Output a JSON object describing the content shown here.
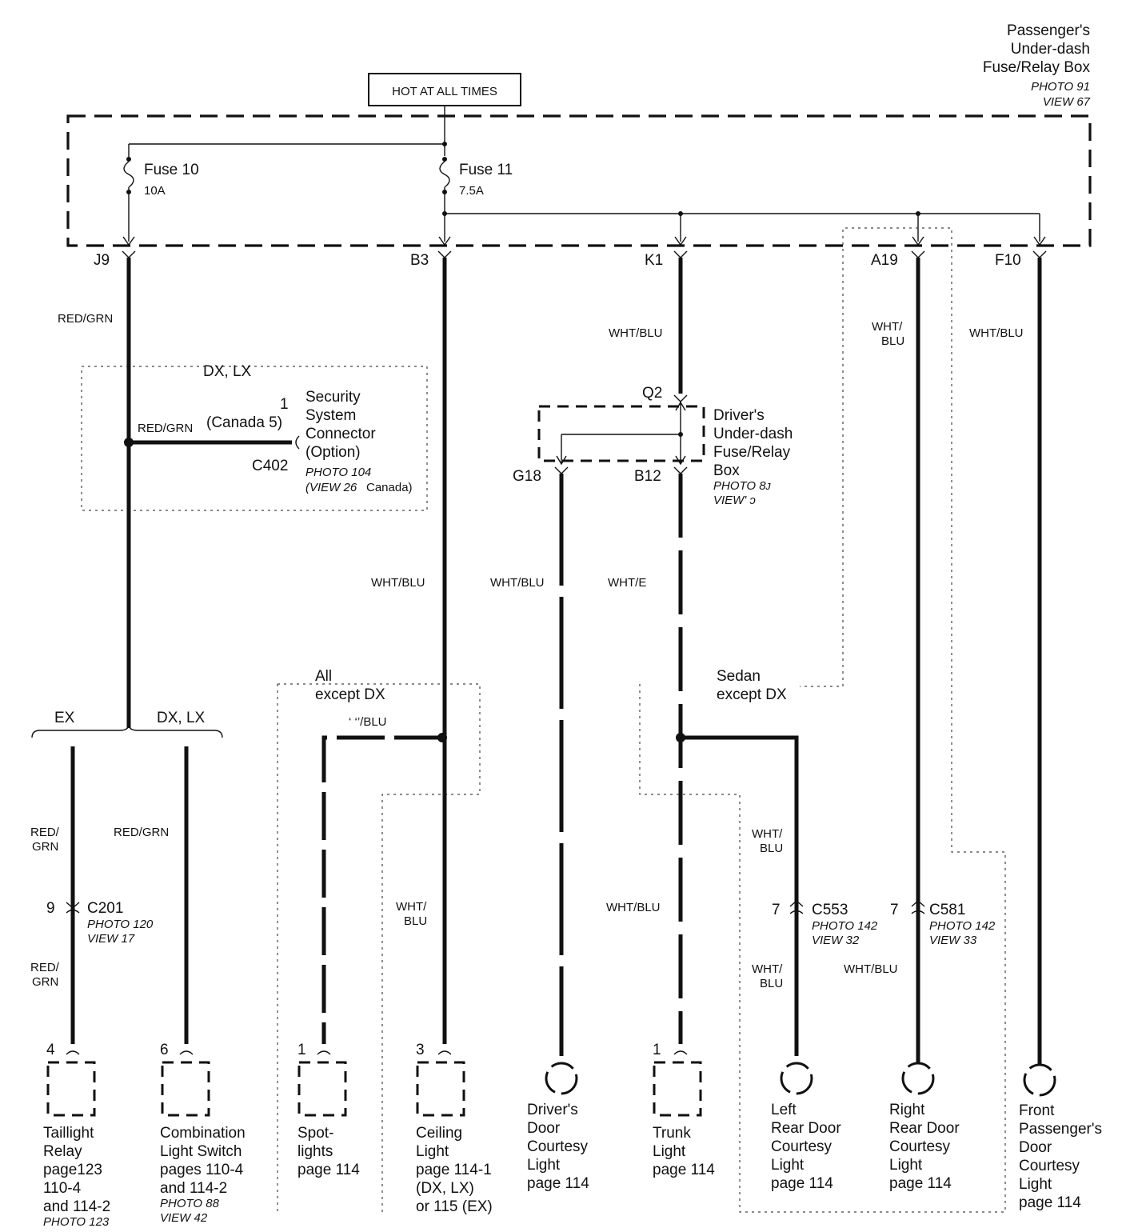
{
  "hot_label": "HOT AT ALL TIMES",
  "pass_box": {
    "l1": "Passenger's",
    "l2": "Under-dash",
    "l3": "Fuse/Relay Box",
    "photo": "PHOTO 91",
    "view": "VIEW 67"
  },
  "fuse10": {
    "name": "Fuse 10",
    "rating": "10A"
  },
  "fuse11": {
    "name": "Fuse 11",
    "rating": "7.5A"
  },
  "terminals": {
    "j9": "J9",
    "b3": "B3",
    "k1": "K1",
    "a19": "A19",
    "f10": "F10",
    "q2": "Q2",
    "g18": "G18",
    "b12": "B12"
  },
  "wires": {
    "w1": "RED/GRN",
    "w2": "RED/GRN",
    "w3": "WHT/BLU",
    "w4": "WHT/BLU",
    "w5a": "WHT/",
    "w5b": "BLU",
    "w6": "WHT/BLU",
    "w7": "WHT/BLU",
    "w8": "WHT/E",
    "w9": "‘ ‘’/BLU",
    "w10a": "WHT/",
    "w10b": "BLU",
    "w11": "WHT/BLU",
    "w12a": "WHT/",
    "w12b": "BLU",
    "w13a": "WHT/",
    "w13b": "BLU",
    "w14": "WHT/BLU",
    "w15a": "RED/",
    "w15b": "GRN",
    "w16": "RED/GRN",
    "w17a": "RED/",
    "w17b": "GRN"
  },
  "dxlx_top": "DX, LX",
  "security": {
    "pin": "1",
    "canada": "(Canada 5)",
    "l1": "Security",
    "l2": "System",
    "l3": "Connector",
    "l4": "(Option)",
    "conn": "C402",
    "photo": "PHOTO 104",
    "view": "(VIEW 26",
    "view2": "Canada)"
  },
  "drv_box": {
    "l1": "Driver's",
    "l2": "Under-dash",
    "l3": "Fuse/Relay",
    "l4": "Box",
    "photo": "PHOTO 8ᴊ",
    "view": "VIEW' ᴐ"
  },
  "split": {
    "ex": "EX",
    "dxlx": "DX, LX"
  },
  "all_except": {
    "l1": "All",
    "l2": "except DX"
  },
  "sedan_except": {
    "l1": "Sedan",
    "l2": "except DX"
  },
  "c201": {
    "pin": "9",
    "name": "C201",
    "photo": "PHOTO 120",
    "view": "VIEW 17"
  },
  "c553": {
    "pin": "7",
    "name": "C553",
    "photo": "PHOTO 142",
    "view": "VIEW 32"
  },
  "c581": {
    "pin": "7",
    "name": "C581",
    "photo": "PHOTO 142",
    "view": "VIEW 33"
  },
  "components": {
    "taillight": {
      "pin": "4",
      "l1": "Taillight",
      "l2": "Relay",
      "l3": "page123",
      "l4": "110-4",
      "l5": "and 114-2",
      "photo": "PHOTO 123"
    },
    "combo": {
      "pin": "6",
      "l1": "Combination",
      "l2": "Light Switch",
      "l3": "pages 110-4",
      "l4": "and 114-2",
      "photo": "PHOTO 88",
      "view": "VIEW 42"
    },
    "spot": {
      "pin": "1",
      "l1": "Spot-",
      "l2": "lights",
      "l3": "page 114"
    },
    "ceiling": {
      "pin": "3",
      "l1": "Ceiling",
      "l2": "Light",
      "l3": "page 114-1",
      "l4": "(DX, LX)",
      "l5": "or 115 (EX)"
    },
    "driver_door": {
      "l1": "Driver's",
      "l2": "Door",
      "l3": "Courtesy",
      "l4": "Light",
      "l5": "page 114"
    },
    "trunk": {
      "pin": "1",
      "l1": "Trunk",
      "l2": "Light",
      "l3": "page 114"
    },
    "left_rear": {
      "l1": "Left",
      "l2": "Rear Door",
      "l3": "Courtesy",
      "l4": "Light",
      "l5": "page 114"
    },
    "right_rear": {
      "l1": "Right",
      "l2": "Rear Door",
      "l3": "Courtesy",
      "l4": "Light",
      "l5": "page 114"
    },
    "front_pass": {
      "l1": "Front",
      "l2": "Passenger's",
      "l3": "Door",
      "l4": "Courtesy",
      "l5": "Light",
      "l6": "page 114"
    }
  }
}
